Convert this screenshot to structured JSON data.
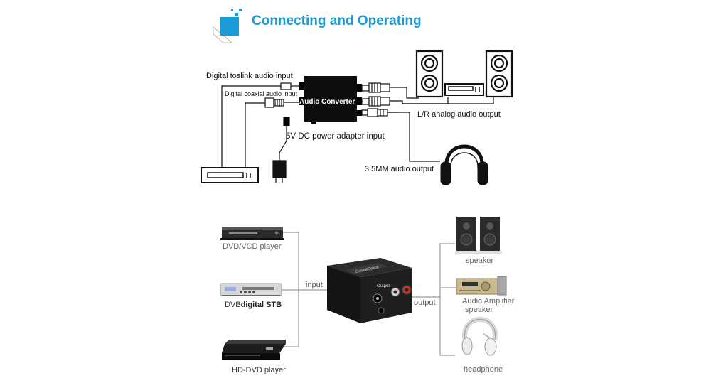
{
  "title": "Connecting and Operating",
  "colors": {
    "accent": "#1a9ad6",
    "line": "#111111",
    "grey_line": "#9a9a9a"
  },
  "top_diagram": {
    "device_label": "Audio Converter",
    "labels": {
      "toslink": "Digital  toslink audio input",
      "coaxial": "Digital  coaxial audio input",
      "power": "5V DC power adapter input",
      "analog": "L/R analog audio output",
      "headphone": "3.5MM audio output"
    },
    "icons": [
      "speaker-icon",
      "amplifier-icon",
      "headphone-icon",
      "dvd-player-icon",
      "power-adapter-icon"
    ]
  },
  "bottom_diagram": {
    "inputs": [
      {
        "label": "DVD/VCD player"
      },
      {
        "label_pre": "DVB",
        "label_bold": "digital STB"
      },
      {
        "label": "HD-DVD player"
      }
    ],
    "input_label": "input",
    "output_label": "output",
    "device_port_label": "Output",
    "outputs": [
      {
        "label": "speaker"
      },
      {
        "label": "Audio Amplifier\nspeaker",
        "line1": "Audio Amplifier",
        "line2": "speaker"
      },
      {
        "label": "headphone"
      }
    ]
  }
}
